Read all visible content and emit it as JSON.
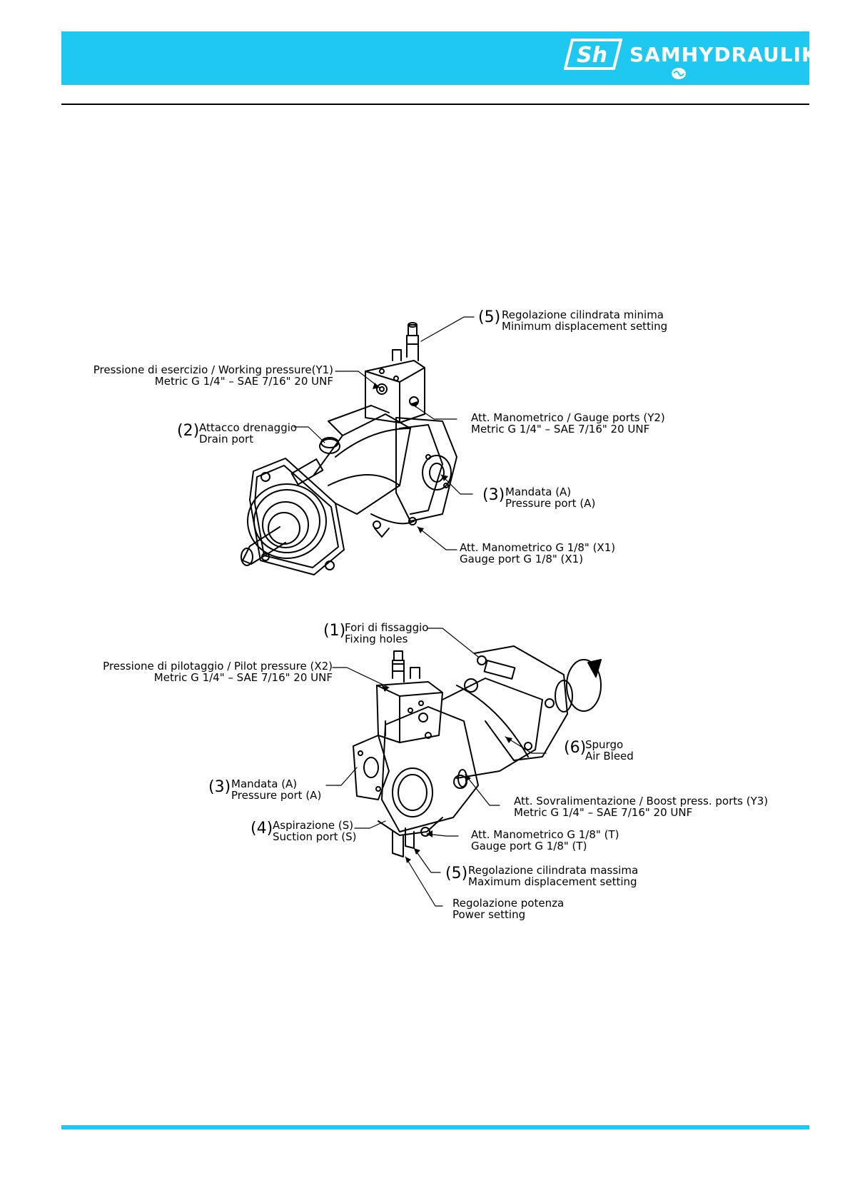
{
  "brand": {
    "mark": "Sh",
    "name": "SAMHYDRAULIK",
    "accent_color": "#1fc8f0"
  },
  "top_view": {
    "labels": [
      {
        "num": "(5)",
        "l1": "Regolazione cilindrata minima",
        "l2": "Minimum displacement setting"
      },
      {
        "num": "",
        "l1": "Pressione di esercizio / Working pressure(Y1)",
        "l2": "Metric G 1/4\" – SAE 7/16\" 20 UNF"
      },
      {
        "num": "",
        "l1": "Att. Manometrico / Gauge ports (Y2)",
        "l2": "Metric G 1/4\" – SAE 7/16\" 20 UNF"
      },
      {
        "num": "(2)",
        "l1": "Attacco drenaggio",
        "l2": "Drain port"
      },
      {
        "num": "(3)",
        "l1": "Mandata (A)",
        "l2": "Pressure port (A)"
      },
      {
        "num": "",
        "l1": "Att. Manometrico G 1/8\" (X1)",
        "l2": "Gauge port G 1/8\" (X1)"
      }
    ]
  },
  "bottom_view": {
    "labels": [
      {
        "num": "(1)",
        "l1": "Fori di fissaggio",
        "l2": "Fixing holes"
      },
      {
        "num": "",
        "l1": "Pressione di pilotaggio / Pilot pressure (X2)",
        "l2": "Metric G 1/4\" – SAE 7/16\" 20 UNF"
      },
      {
        "num": "(6)",
        "l1": "Spurgo",
        "l2": "Air Bleed"
      },
      {
        "num": "(3)",
        "l1": "Mandata (A)",
        "l2": "Pressure port (A)"
      },
      {
        "num": "",
        "l1": "Att. Sovralimentazione / Boost press. ports (Y3)",
        "l2": "Metric G 1/4\" – SAE 7/16\" 20 UNF"
      },
      {
        "num": "(4)",
        "l1": "Aspirazione (S)",
        "l2": "Suction port (S)"
      },
      {
        "num": "",
        "l1": "Att. Manometrico G 1/8\" (T)",
        "l2": "Gauge port G 1/8\" (T)"
      },
      {
        "num": "(5)",
        "l1": "Regolazione cilindrata massima",
        "l2": "Maximum displacement setting"
      },
      {
        "num": "",
        "l1": "Regolazione potenza",
        "l2": "Power setting"
      }
    ]
  }
}
